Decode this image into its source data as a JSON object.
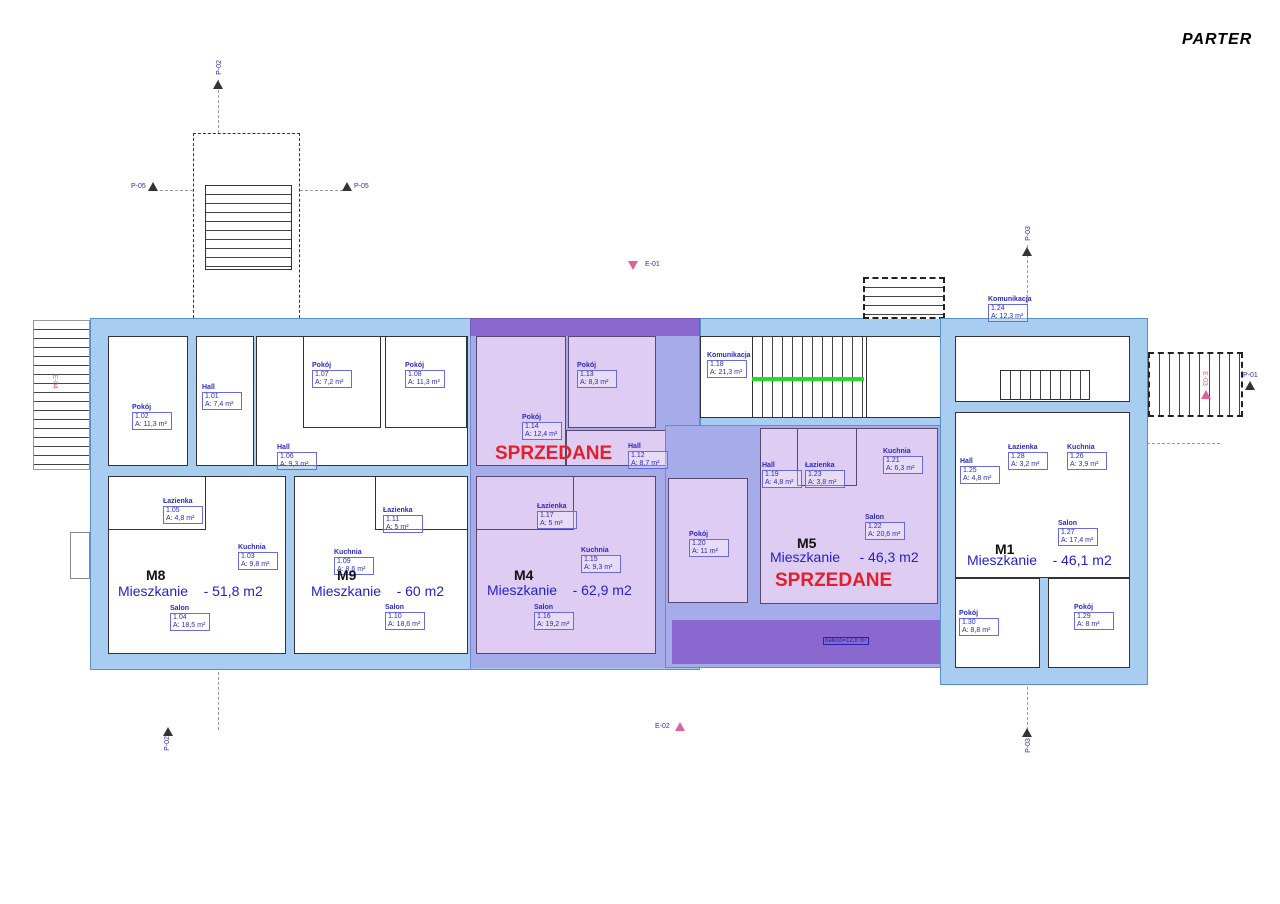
{
  "title": "PARTER",
  "markers": {
    "p02": "P-02",
    "p05": "P-05",
    "e01": "E-01",
    "e02": "E-02",
    "p03": "P-03",
    "p01": "P-01",
    "e03": "E-03",
    "e04": "E-04"
  },
  "sold_label": "SPRZEDANE",
  "balcony": "balkon=12,8 m²",
  "apartments": [
    {
      "id": "M8",
      "area": "Mieszkanie    - 51,8 m2"
    },
    {
      "id": "M9",
      "area": "Mieszkanie    - 60 m2"
    },
    {
      "id": "M4",
      "area": "Mieszkanie    - 62,9 m2"
    },
    {
      "id": "M5",
      "area": "Mieszkanie     - 46,3 m2"
    },
    {
      "id": "M1",
      "area": "Mieszkanie    - 46,1 m2"
    }
  ],
  "rooms": [
    {
      "name": "Pokój",
      "num": "1.02",
      "area": "A: 11,3 m²"
    },
    {
      "name": "Hall",
      "num": "1.01",
      "area": "A: 7,4 m²"
    },
    {
      "name": "Pokój",
      "num": "1.07",
      "area": "A: 7,2 m²"
    },
    {
      "name": "Pokój",
      "num": "1.08",
      "area": "A: 11,3 m²"
    },
    {
      "name": "Hall",
      "num": "1.06",
      "area": "A: 9,3 m²"
    },
    {
      "name": "Łazienka",
      "num": "1.05",
      "area": "A: 4,8 m²"
    },
    {
      "name": "Łazienka",
      "num": "1.11",
      "area": "A: 5 m²"
    },
    {
      "name": "Kuchnia",
      "num": "1.03",
      "area": "A: 9,8 m²"
    },
    {
      "name": "Kuchnia",
      "num": "1.09",
      "area": "A: 8,6 m²"
    },
    {
      "name": "Salon",
      "num": "1.04",
      "area": "A: 18,5 m²"
    },
    {
      "name": "Salon",
      "num": "1.10",
      "area": "A: 18,6 m²"
    },
    {
      "name": "Pokój",
      "num": "1.13",
      "area": "A: 8,3 m²"
    },
    {
      "name": "Pokój",
      "num": "1.14",
      "area": "A: 12,4 m²"
    },
    {
      "name": "Hall",
      "num": "1.12",
      "area": "A: 8,7 m²"
    },
    {
      "name": "Komunikacja",
      "num": "1.18",
      "area": "A: 21,3 m²"
    },
    {
      "name": "Hall",
      "num": "1.19",
      "area": "A: 4,8 m²"
    },
    {
      "name": "Łazienka",
      "num": "1.23",
      "area": "A: 3,8 m²"
    },
    {
      "name": "Kuchnia",
      "num": "1.21",
      "area": "A: 6,3 m²"
    },
    {
      "name": "Salon",
      "num": "1.22",
      "area": "A: 20,6 m²"
    },
    {
      "name": "Łazienka",
      "num": "1.17",
      "area": "A: 5 m²"
    },
    {
      "name": "Kuchnia",
      "num": "1.15",
      "area": "A: 9,3 m²"
    },
    {
      "name": "Salon",
      "num": "1.16",
      "area": "A: 19,2 m²"
    },
    {
      "name": "Pokój",
      "num": "1.20",
      "area": "A: 11 m²"
    },
    {
      "name": "Komunikacja",
      "num": "1.24",
      "area": "A: 12,3 m²"
    },
    {
      "name": "Hall",
      "num": "1.25",
      "area": "A: 4,8 m²"
    },
    {
      "name": "Łazienka",
      "num": "1.28",
      "area": "A: 3,2 m²"
    },
    {
      "name": "Kuchnia",
      "num": "1.26",
      "area": "A: 3,9 m²"
    },
    {
      "name": "Salon",
      "num": "1.27",
      "area": "A: 17,4 m²"
    },
    {
      "name": "Pokój",
      "num": "1.30",
      "area": "A: 8,8 m²"
    },
    {
      "name": "Pokój",
      "num": "1.29",
      "area": "A: 8 m²"
    }
  ]
}
